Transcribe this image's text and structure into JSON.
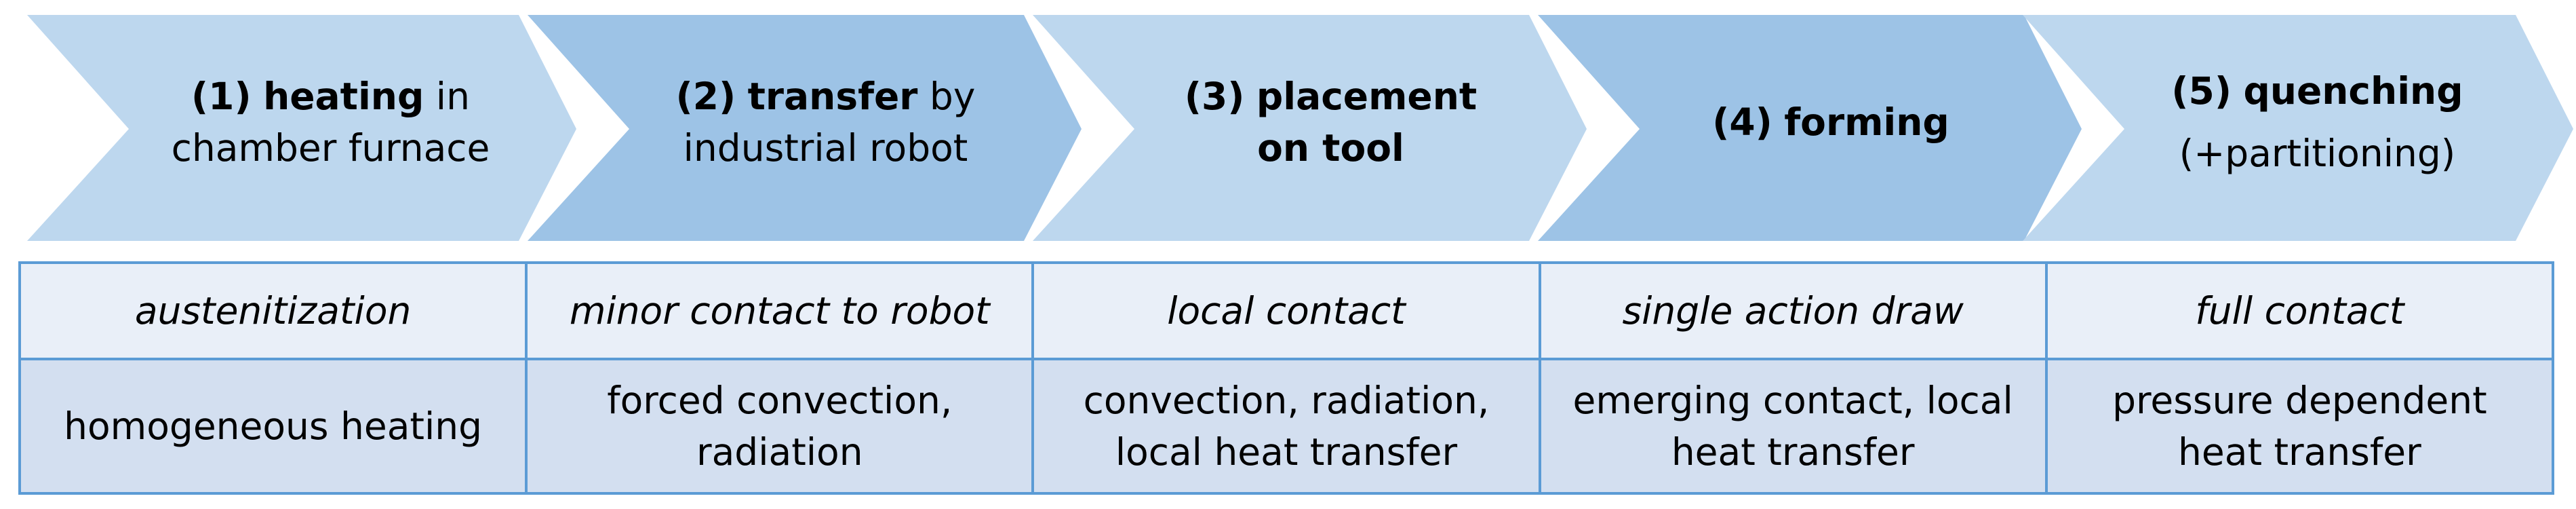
{
  "colors": {
    "arrow_light": "#bdd7ee",
    "arrow_dark": "#9dc3e6",
    "table_border": "#5b9bd5",
    "row_contact_bg": "#e9eff8",
    "row_heat_bg": "#d3dff0"
  },
  "steps": [
    {
      "number": "(1)",
      "bold": "heating",
      "rest": " in",
      "line2": "chamber furnace"
    },
    {
      "number": "(2)",
      "bold": "transfer",
      "rest": " by",
      "line2": "industrial robot"
    },
    {
      "number": "(3)",
      "bold": "placement",
      "rest": "",
      "line2": "on tool"
    },
    {
      "number": "(4)",
      "bold": "forming",
      "rest": "",
      "line2": ""
    },
    {
      "number": "(5)",
      "bold": "quenching",
      "rest": "",
      "line2": "(+partitioning)"
    }
  ],
  "contact_row": [
    "austenitization",
    "minor contact to robot",
    "local contact",
    "single action draw",
    "full contact"
  ],
  "heat_row": [
    [
      "homogeneous heating",
      ""
    ],
    [
      "forced convection,",
      "radiation"
    ],
    [
      "convection, radiation,",
      "local heat transfer"
    ],
    [
      "emerging contact, local",
      "heat transfer"
    ],
    [
      "pressure dependent",
      "heat transfer"
    ]
  ]
}
